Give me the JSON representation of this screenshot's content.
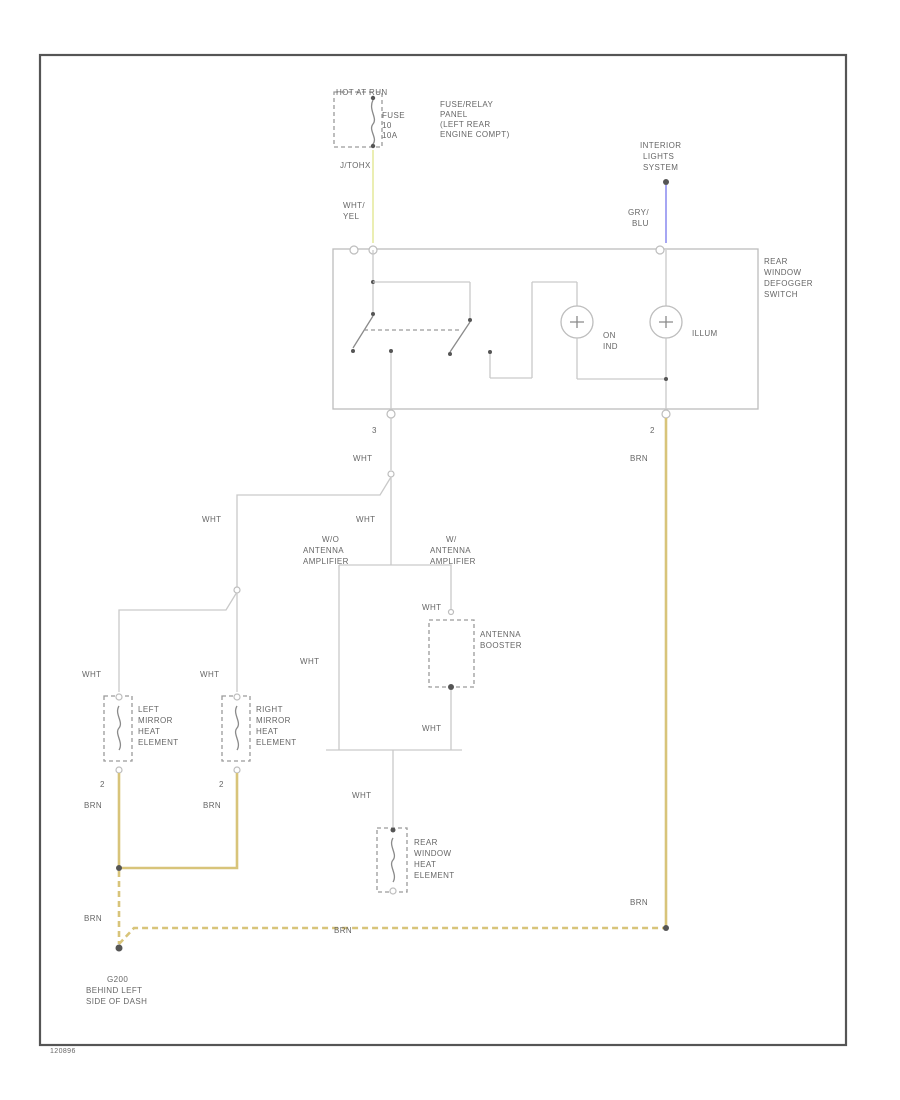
{
  "colors": {
    "yel": "#e6e9a0",
    "blu": "#8f8ff0",
    "brn": "#d8c47a",
    "wht": "#c9c9c9"
  },
  "top": {
    "fuse_panel": {
      "hot": "HOT AT RUN",
      "fuse": [
        "FUSE",
        "10",
        "10A"
      ],
      "label": [
        "FUSE/RELAY",
        "PANEL",
        "(LEFT REAR",
        "ENGINE COMPT)"
      ],
      "conn": "J/TOHX"
    },
    "wire_top": [
      "WHT/",
      "YEL"
    ],
    "interior": [
      "INTERIOR",
      "LIGHTS",
      "SYSTEM"
    ],
    "wire_gry": [
      "GRY/",
      "BLU"
    ]
  },
  "switch": {
    "label": [
      "REAR",
      "WINDOW",
      "DEFOGGER",
      "SWITCH"
    ],
    "on_ind": [
      "ON",
      "IND"
    ],
    "illum": "ILLUM",
    "pin_left": "3",
    "pin_right": "2"
  },
  "wires": {
    "wht1": "WHT",
    "wht2": "WHT",
    "wht3": "WHT",
    "wht_lm": "WHT",
    "wht_rm": "WHT",
    "wht_mid": "WHT",
    "wht_boost": "WHT",
    "wht_bottom": "WHT",
    "wht_rear": "WHT",
    "brn_sw": "BRN",
    "brn_left": "BRN",
    "brn_right": "BRN",
    "brn_ground": "BRN",
    "brn_bottom": "BRN",
    "brn_right_bottom": "BRN"
  },
  "antenna": {
    "no_amp": [
      "W/O",
      "ANTENNA",
      "AMPLIFIER"
    ],
    "amp": [
      "W/",
      "ANTENNA",
      "AMPLIFIER"
    ],
    "booster": [
      "ANTENNA",
      "BOOSTER"
    ]
  },
  "mirrors": {
    "left": [
      "LEFT",
      "MIRROR",
      "HEAT",
      "ELEMENT"
    ],
    "right": [
      "RIGHT",
      "MIRROR",
      "HEAT",
      "ELEMENT"
    ],
    "pin_left": "2",
    "pin_right": "2"
  },
  "rear_element": [
    "REAR",
    "WINDOW",
    "HEAT",
    "ELEMENT"
  ],
  "ground": {
    "id": "G200",
    "label": [
      "BEHIND LEFT",
      "SIDE OF DASH"
    ]
  },
  "footer": "120896"
}
